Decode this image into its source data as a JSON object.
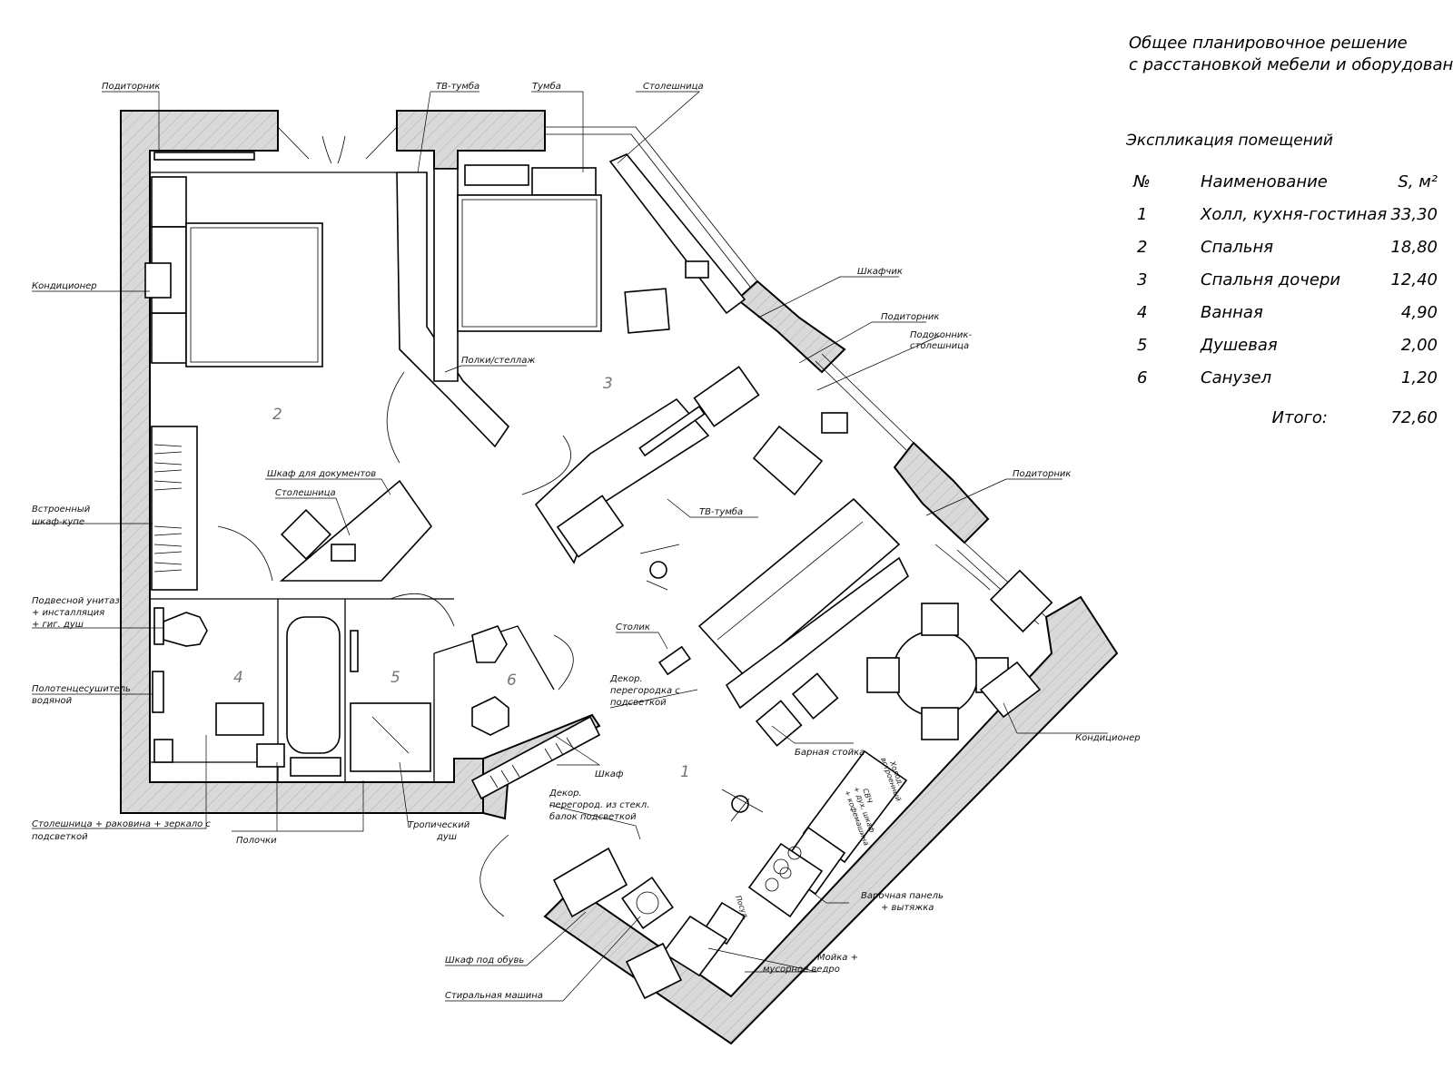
{
  "title": {
    "line1": "Общее планировочное решение",
    "line2": "с расстановкой мебели и оборудования"
  },
  "explication": {
    "title": "Экспликация помещений",
    "headers": {
      "num": "№",
      "name": "Наименование",
      "area": "S, м²"
    },
    "rows": [
      {
        "num": "1",
        "name": "Холл, кухня-гостиная",
        "area": "33,30"
      },
      {
        "num": "2",
        "name": "Спальня",
        "area": "18,80"
      },
      {
        "num": "3",
        "name": "Спальня дочери",
        "area": "12,40"
      },
      {
        "num": "4",
        "name": "Ванная",
        "area": "4,90"
      },
      {
        "num": "5",
        "name": "Душевая",
        "area": "2,00"
      },
      {
        "num": "6",
        "name": "Санузел",
        "area": "1,20"
      }
    ],
    "total_label": "Итого:",
    "total_value": "72,60"
  },
  "rooms": [
    "1",
    "2",
    "3",
    "4",
    "5",
    "6"
  ],
  "labels": {
    "podokonnik_top": "Подиторник",
    "tv_tumba_top": "ТВ-тумба",
    "tumba": "Тумба",
    "stoleshnitsa_top": "Столешница",
    "konditsioner_left": "Кондиционер",
    "shkafchik": "Шкафчик",
    "podokonnik_mid": "Подиторник",
    "podokonnik_stol_1": "Подоконник-",
    "podokonnik_stol_2": "столешница",
    "polki_stellazh": "Полки/стеллаж",
    "shkaf_dokumentov": "Шкаф для документов",
    "stoleshnitsa_mid": "Столешница",
    "vstroenny_1": "Встроенный",
    "vstroenny_2": "шкаф-купе",
    "podokonnik_right": "Подиторник",
    "tv_tumba_mid": "ТВ-тумба",
    "podvesnoy_1": "Подвесной унитаз",
    "podvesnoy_2": "+ инсталляция",
    "podvesnoy_3": "+ гиг. душ",
    "stolik": "Столик",
    "polotentse_1": "Полотенцесушитель",
    "polotentse_2": "водяной",
    "dekor1_1": "Декор.",
    "dekor1_2": "перегородка с",
    "dekor1_3": "подсветкой",
    "konditsioner_right": "Кондиционер",
    "barnaya": "Барная стойка",
    "shkaf": "Шкаф",
    "dekor2_1": "Декор.",
    "dekor2_2": "перегород. из стекл.",
    "dekor2_3": "балок подсветкой",
    "stoleshnitsa_rak_1": "Столешница + раковина + зеркало с",
    "stoleshnitsa_rak_2": "подсветкой",
    "polochki": "Полочки",
    "tropich_1": "Тропический",
    "tropich_2": "душ",
    "varochnaya_1": "Варочная панель",
    "varochnaya_2": "+ вытяжка",
    "shkaf_obuv": "Шкаф под обувь",
    "moyka_1": "Мойка +",
    "moyka_2": "мусорное ведро",
    "stiralnaya": "Стиральная машина",
    "appl_holod_1": "Холод.",
    "appl_holod_2": "встроенный",
    "appl_svch_1": "СВЧ",
    "appl_svch_2": "+ дух. шкаф",
    "appl_svch_3": "+ кофемашина",
    "appl_posud": "Посуд."
  }
}
